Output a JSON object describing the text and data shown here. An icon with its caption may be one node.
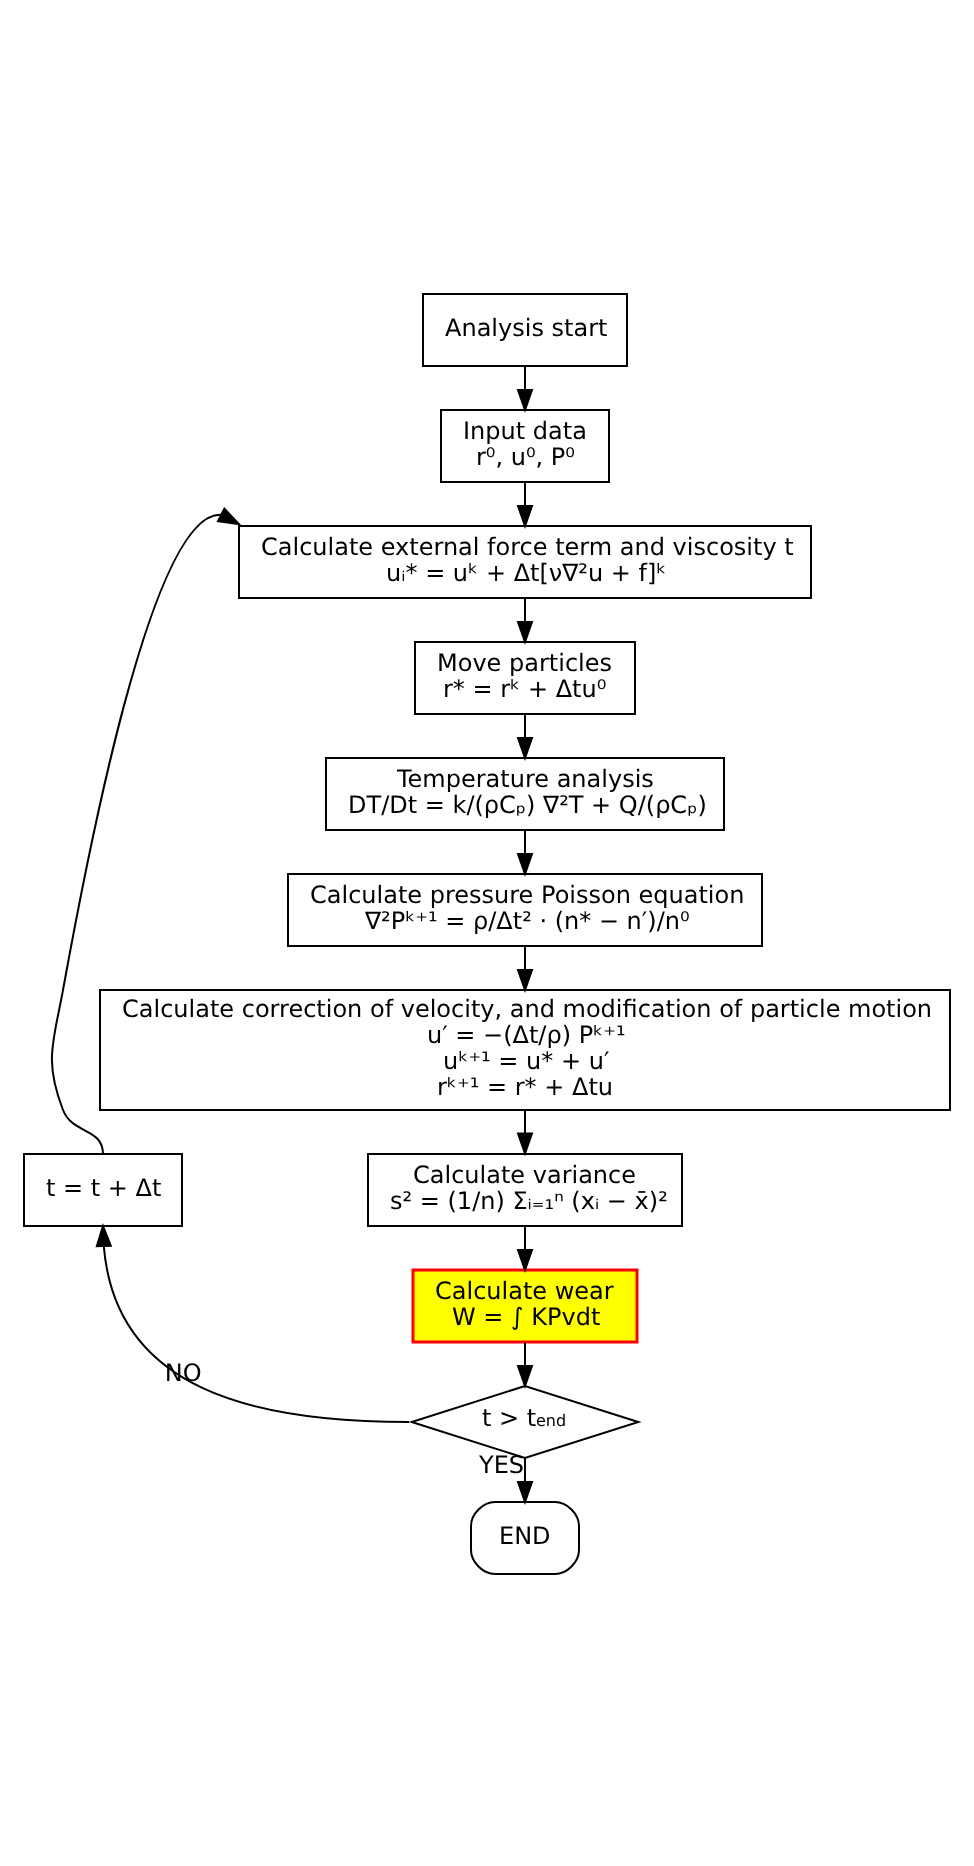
{
  "diagram": {
    "nodes": [
      {
        "text": [
          "Analysis start"
        ]
      },
      {
        "text": [
          "Input data",
          "r⁰, u⁰, P⁰"
        ]
      },
      {
        "text": [
          "Calculate external force term and viscosity t",
          "uᵢ* = uᵏ + Δt[ν∇²u + f]ᵏ"
        ]
      },
      {
        "text": [
          "Move particles",
          "r* = rᵏ + Δtu⁰"
        ]
      },
      {
        "text": [
          "Temperature analysis",
          "DT/Dt = k/(ρCₚ) ∇²T + Q/(ρCₚ)"
        ]
      },
      {
        "text": [
          "Calculate pressure Poisson equation",
          "∇²Pᵏ⁺¹ = ρ/Δt² · (n* − n′)/n⁰"
        ]
      },
      {
        "text": [
          "Calculate correction of velocity, and modification of particle motion",
          "u′ = −(Δt/ρ) Pᵏ⁺¹",
          "uᵏ⁺¹ = u* + u′",
          "rᵏ⁺¹ = r* + Δtu"
        ]
      },
      {
        "text": [
          "Calculate variance",
          "s² = (1/n) Σᵢ₌₁ⁿ (xᵢ − x̄)²"
        ]
      },
      {
        "text": [
          "Calculate wear",
          "W = ∫ KPvdt"
        ]
      },
      {
        "text": [
          "t > t$_{end}$"
        ]
      },
      {
        "text": [
          "t = t + Δt"
        ]
      },
      {
        "text": [
          "END"
        ]
      }
    ],
    "edges": [
      {
        "from": 0,
        "to": 1,
        "arrow": "to"
      },
      {
        "from": 1,
        "to": 2,
        "arrow": "to"
      },
      {
        "from": 2,
        "to": 3,
        "arrow": "to"
      },
      {
        "from": 3,
        "to": 4,
        "arrow": "to"
      },
      {
        "from": 4,
        "to": 5,
        "arrow": "to"
      },
      {
        "from": 5,
        "to": 6,
        "arrow": "to"
      },
      {
        "from": 6,
        "to": 7,
        "arrow": "to"
      },
      {
        "from": 7,
        "to": 8,
        "arrow": "to"
      },
      {
        "from": 8,
        "to": 9,
        "arrow": "to"
      },
      {
        "from": 9,
        "to": 10,
        "label": "NO",
        "arrow": "to"
      },
      {
        "from": 10,
        "to": 2,
        "arrow": "to"
      },
      {
        "from": 9,
        "to": 11,
        "label": "YES",
        "arrow": "to"
      }
    ]
  }
}
